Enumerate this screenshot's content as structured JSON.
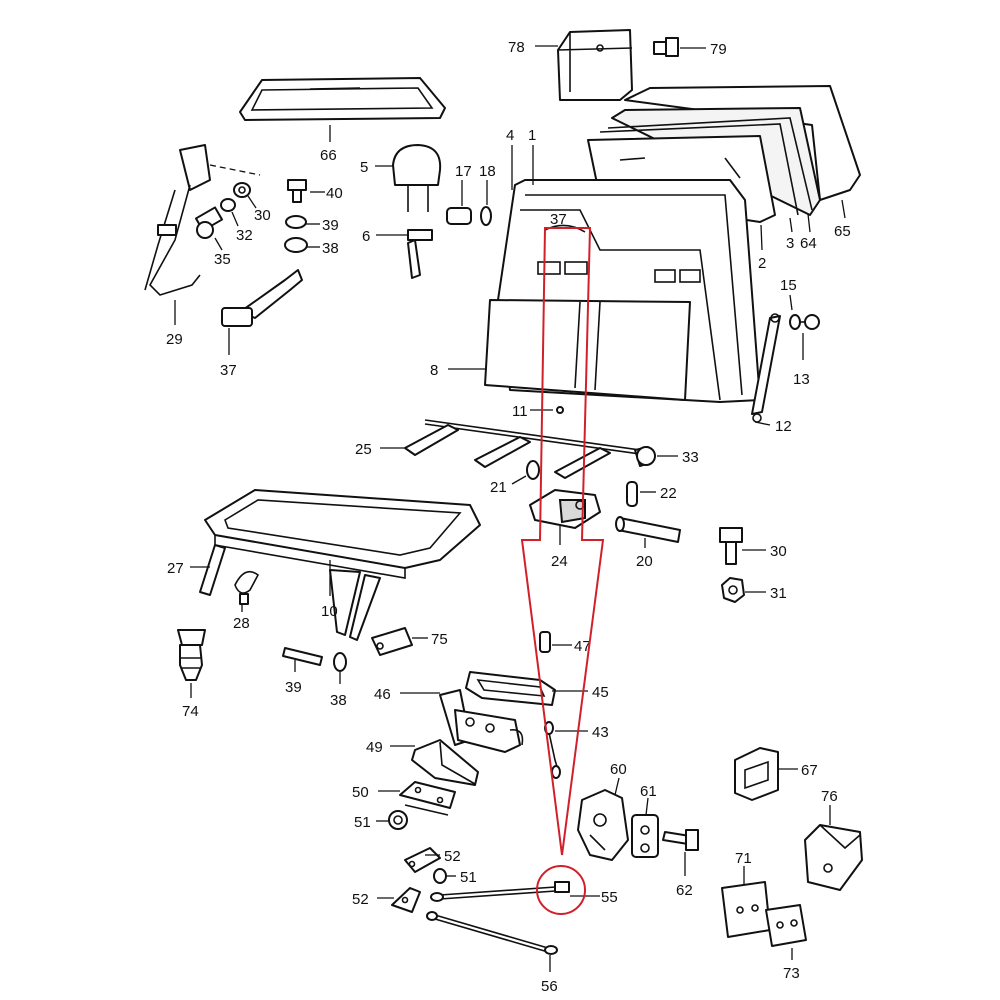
{
  "callouts": {
    "c1": "1",
    "c2": "2",
    "c3": "3",
    "c4": "4",
    "c5": "5",
    "c6": "6",
    "c8": "8",
    "c10": "10",
    "c11": "11",
    "c12": "12",
    "c13": "13",
    "c15": "15",
    "c17": "17",
    "c18": "18",
    "c20": "20",
    "c21": "21",
    "c22": "22",
    "c24": "24",
    "c25": "25",
    "c27": "27",
    "c28": "28",
    "c29": "29",
    "c30a": "30",
    "c30b": "30",
    "c31": "31",
    "c32": "32",
    "c33": "33",
    "c35": "35",
    "c37a": "37",
    "c37b": "37",
    "c38a": "38",
    "c38b": "38",
    "c39a": "39",
    "c39b": "39",
    "c40": "40",
    "c43": "43",
    "c45": "45",
    "c46": "46",
    "c47": "47",
    "c49": "49",
    "c50": "50",
    "c51a": "51",
    "c51b": "51",
    "c52a": "52",
    "c52b": "52",
    "c55": "55",
    "c56": "56",
    "c60": "60",
    "c61": "61",
    "c62": "62",
    "c64": "64",
    "c65": "65",
    "c66": "66",
    "c67": "67",
    "c71": "71",
    "c73": "73",
    "c74": "74",
    "c75": "75",
    "c76": "76",
    "c78": "78",
    "c79": "79"
  },
  "colors": {
    "line": "#111111",
    "highlight": "#d0212a",
    "background": "#ffffff"
  }
}
